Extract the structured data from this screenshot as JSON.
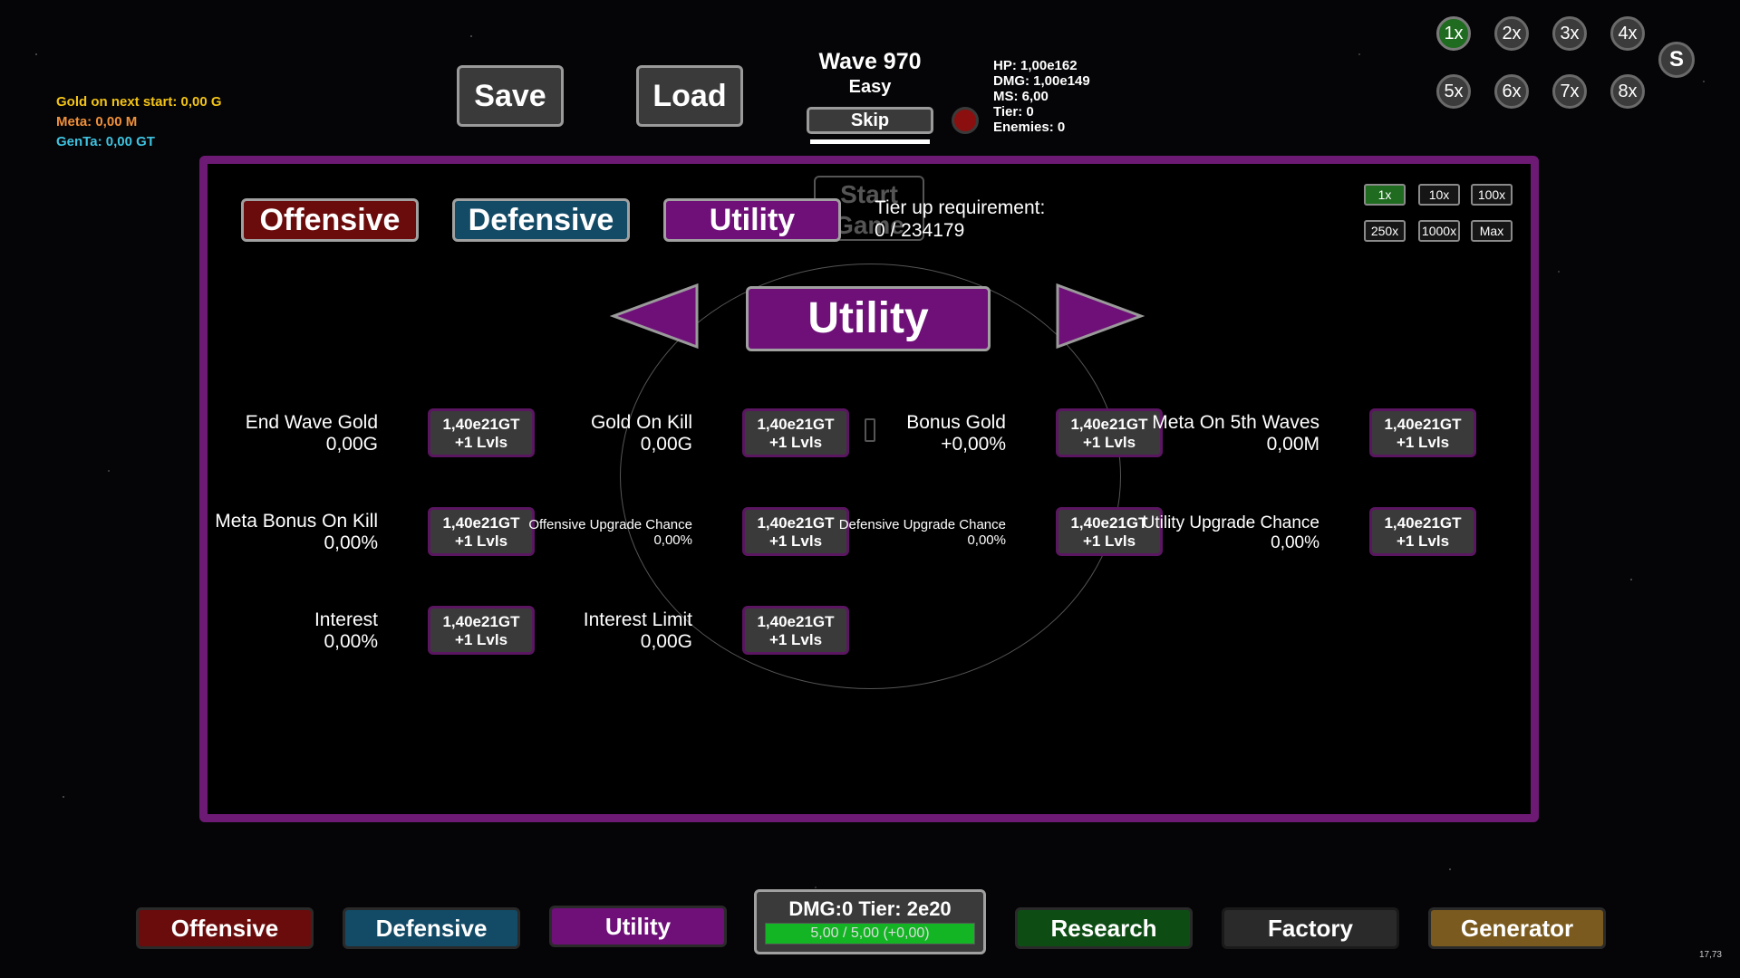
{
  "stats_left": {
    "gold_next": "Gold on next start: 0,00 G",
    "meta": "Meta: 0,00 M",
    "genta": "GenTa: 0,00 GT"
  },
  "buttons_top": {
    "save": "Save",
    "load": "Load",
    "skip": "Skip"
  },
  "wave": {
    "title": "Wave 970",
    "difficulty": "Easy"
  },
  "enemy_stats": {
    "hp": "HP: 1,00e162",
    "dmg": "DMG: 1,00e149",
    "ms": "MS: 6,00",
    "tier": "Tier: 0",
    "enemies": "Enemies: 0"
  },
  "speeds": [
    "1x",
    "2x",
    "3x",
    "4x",
    "5x",
    "6x",
    "7x",
    "8x"
  ],
  "speed_s": "S",
  "panel": {
    "tabs": [
      "Offensive",
      "Defensive",
      "Utility"
    ],
    "start_game": "Start Game",
    "tier_req_label": "Tier up requirement:",
    "tier_req_value": "0 / 234179",
    "multipliers": [
      "1x",
      "10x",
      "100x",
      "250x",
      "1000x",
      "Max"
    ],
    "title": "Utility",
    "upgrades": [
      {
        "name": "End Wave Gold",
        "value": "0,00G",
        "cost": "1,40e21GT",
        "lvls": "+1 Lvls"
      },
      {
        "name": "Gold On Kill",
        "value": "0,00G",
        "cost": "1,40e21GT",
        "lvls": "+1 Lvls"
      },
      {
        "name": "Bonus Gold",
        "value": "+0,00%",
        "cost": "1,40e21GT",
        "lvls": "+1 Lvls"
      },
      {
        "name": "Meta On 5th Waves",
        "value": "0,00M",
        "cost": "1,40e21GT",
        "lvls": "+1 Lvls"
      },
      {
        "name": "Meta Bonus On Kill",
        "value": "0,00%",
        "cost": "1,40e21GT",
        "lvls": "+1 Lvls"
      },
      {
        "name": "Offensive Upgrade Chance",
        "value": "0,00%",
        "cost": "1,40e21GT",
        "lvls": "+1 Lvls"
      },
      {
        "name": "Defensive Upgrade Chance",
        "value": "0,00%",
        "cost": "1,40e21GT",
        "lvls": "+1 Lvls"
      },
      {
        "name": "Utility Upgrade Chance",
        "value": "0,00%",
        "cost": "1,40e21GT",
        "lvls": "+1 Lvls"
      },
      {
        "name": "Interest",
        "value": "0,00%",
        "cost": "1,40e21GT",
        "lvls": "+1 Lvls"
      },
      {
        "name": "Interest Limit",
        "value": "0,00G",
        "cost": "1,40e21GT",
        "lvls": "+1 Lvls"
      }
    ]
  },
  "bottom": {
    "tabs": [
      "Offensive",
      "Defensive",
      "Utility",
      "Research",
      "Factory",
      "Generator"
    ],
    "dmg_tier": "DMG:0 Tier: 2e20",
    "progress_text": "5,00 / 5,00 (+0,00)",
    "progress": 1.0
  },
  "fps": "17,73",
  "colors": {
    "gold": "#f2c316",
    "meta": "#f0903a",
    "genta": "#3fc3e0",
    "offensive": "#6a0c0c",
    "defensive": "#134a66",
    "utility": "#6e1078",
    "research": "#0d4d14",
    "factory": "#2a2a2a",
    "generator": "#7a5a1e",
    "panel_border": "#6d1a74"
  }
}
